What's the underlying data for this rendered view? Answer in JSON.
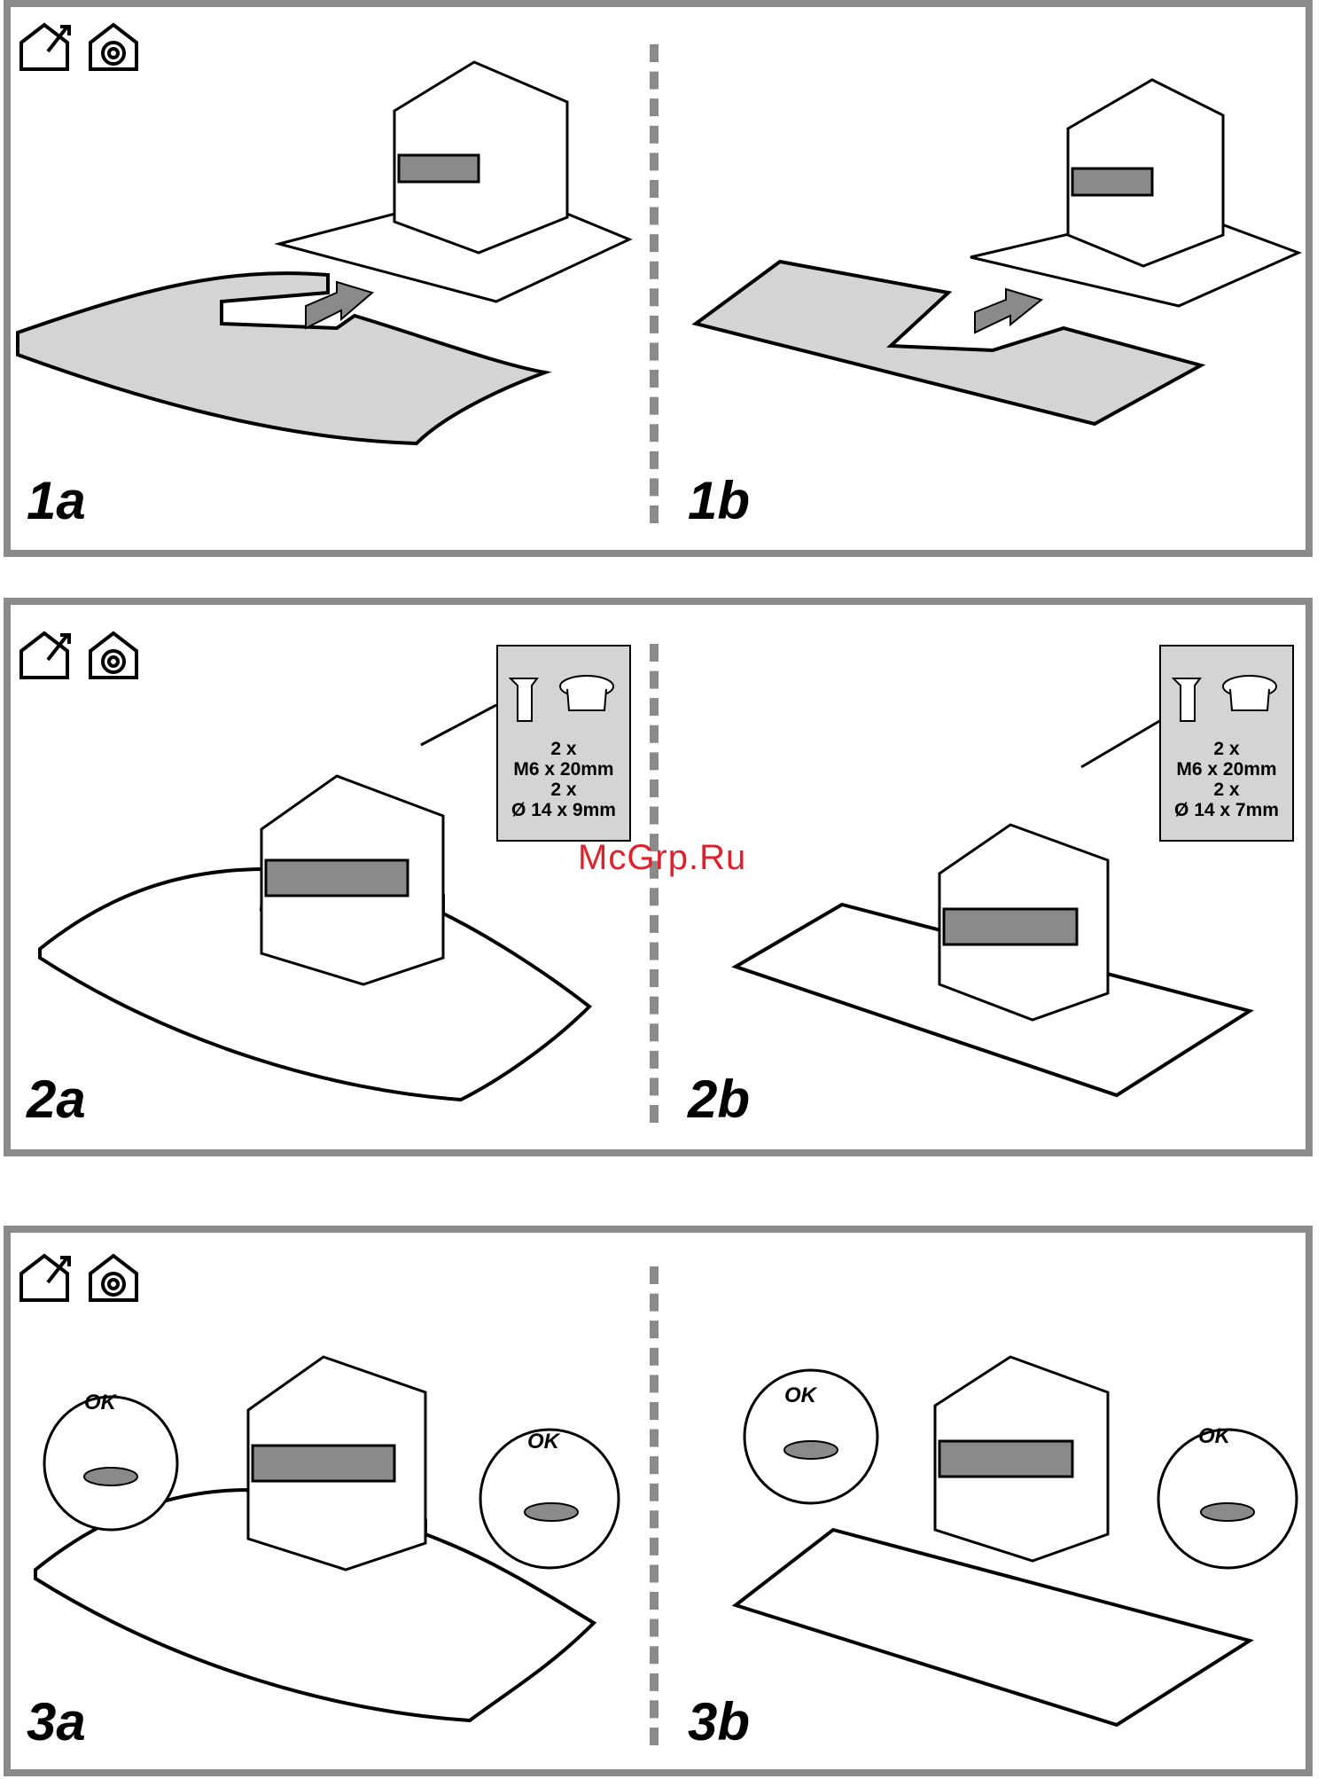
{
  "panels": [
    {
      "steps": [
        "1a",
        "1b"
      ]
    },
    {
      "steps": [
        "2a",
        "2b"
      ]
    },
    {
      "steps": [
        "3a",
        "3b"
      ]
    }
  ],
  "icons": [
    "house-exhaust-icon",
    "house-recirculation-icon"
  ],
  "spec_boxes": [
    {
      "lines": [
        "2 x",
        "M6 x 20mm",
        "2 x",
        "Ø 14 x 9mm"
      ]
    },
    {
      "lines": [
        "2 x",
        "M6 x 20mm",
        "2 x",
        "Ø 14 x 7mm"
      ]
    }
  ],
  "ok_label": "OK",
  "watermark": "McGrp.Ru",
  "colors": {
    "frame": "#8a8a8a",
    "panel_fill": "#d4d4d4",
    "watermark": "#e0202a"
  }
}
